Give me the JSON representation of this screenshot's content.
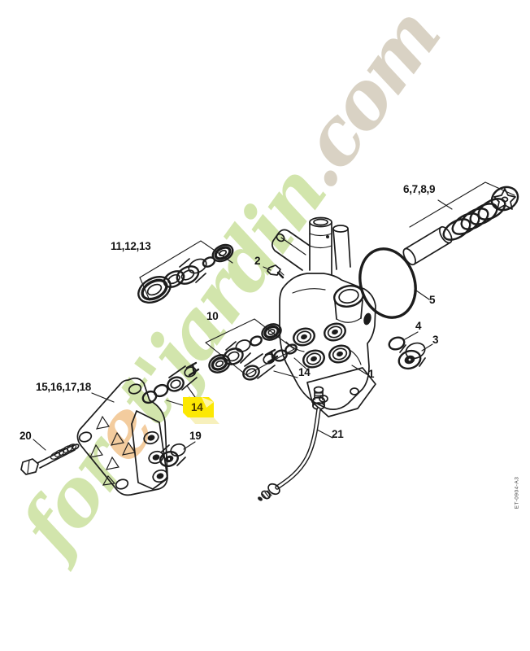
{
  "watermark": {
    "segments": [
      {
        "text": "for",
        "color": "#cfe3a6"
      },
      {
        "text": "e",
        "color": "#f2c896"
      },
      {
        "text": "t'jardin",
        "color": "#cfe3a6"
      },
      {
        "text": ".com",
        "color": "#d6cfc0"
      }
    ]
  },
  "diagram": {
    "doc_code": "ET-0904-A3",
    "line_color": "#1c1c1c",
    "highlight_color": "#fce803",
    "highlight_fold_color": "#fff6a8",
    "highlight_shadow_color": "#f6edb0",
    "labels": {
      "pump_housing": "1",
      "screw": "2",
      "plug": "3",
      "o_ring_small": "4",
      "o_ring_large": "5",
      "piston_spring_set": "6,7,8,9",
      "seal_kit_inner": "10",
      "seal_kit_outer": "11,12,13",
      "valve_set": "14",
      "valve_set_highlighted": "14",
      "bracket_set": "15,16,17,18",
      "plug_small": "19",
      "bolt": "20",
      "hose": "21"
    }
  }
}
